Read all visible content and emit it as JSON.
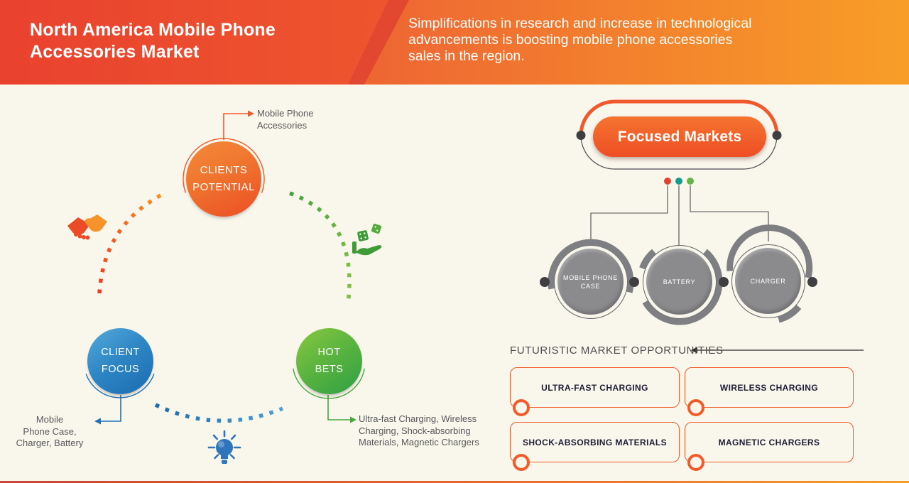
{
  "header": {
    "title": "North America Mobile Phone\nAccessories Market",
    "subtitle": "Simplifications in research and increase in technological\nadvancements is boosting mobile phone accessories\nsales in the region."
  },
  "cycle": {
    "nodes": [
      {
        "id": "clients-potential",
        "label": "CLIENTS\nPOTENTIAL",
        "annotation": "Mobile Phone\nAccessories",
        "color": "#ec4e25"
      },
      {
        "id": "client-focus",
        "label": "CLIENT\nFOCUS",
        "annotation": "Mobile\nPhone Case,\nCharger, Battery",
        "color": "#1b75bb"
      },
      {
        "id": "hot-bets",
        "label": "HOT\nBETS",
        "annotation": "Ultra-fast Charging, Wireless\nCharging, Shock-absorbing\nMaterials, Magnetic Chargers",
        "color": "#44a838"
      }
    ],
    "icons": [
      "handshake-icon",
      "dice-hand-icon",
      "lightbulb-icon"
    ]
  },
  "focused_markets": {
    "title": "Focused Markets",
    "items": [
      {
        "label": "MOBILE PHONE\nCASE",
        "dot_color": "#e04232"
      },
      {
        "label": "BATTERY",
        "dot_color": "#17998b"
      },
      {
        "label": "CHARGER",
        "dot_color": "#63b549"
      }
    ]
  },
  "opportunities": {
    "heading": "FUTURISTIC MARKET OPPORTUNITIES",
    "items": [
      "ULTRA-FAST CHARGING",
      "WIRELESS CHARGING",
      "SHOCK-ABSORBING MATERIALS",
      "MAGNETIC CHARGERS"
    ]
  },
  "colors": {
    "accent_orange": "#f15a29",
    "accent_blue": "#1b75bb",
    "accent_green": "#44a838",
    "gray_node": "#8b8b8d",
    "text_gray": "#58595b",
    "background_cream": "#f9f6ec",
    "header_gradient_left": "#e9422f",
    "header_gradient_right": "#f89e27"
  }
}
